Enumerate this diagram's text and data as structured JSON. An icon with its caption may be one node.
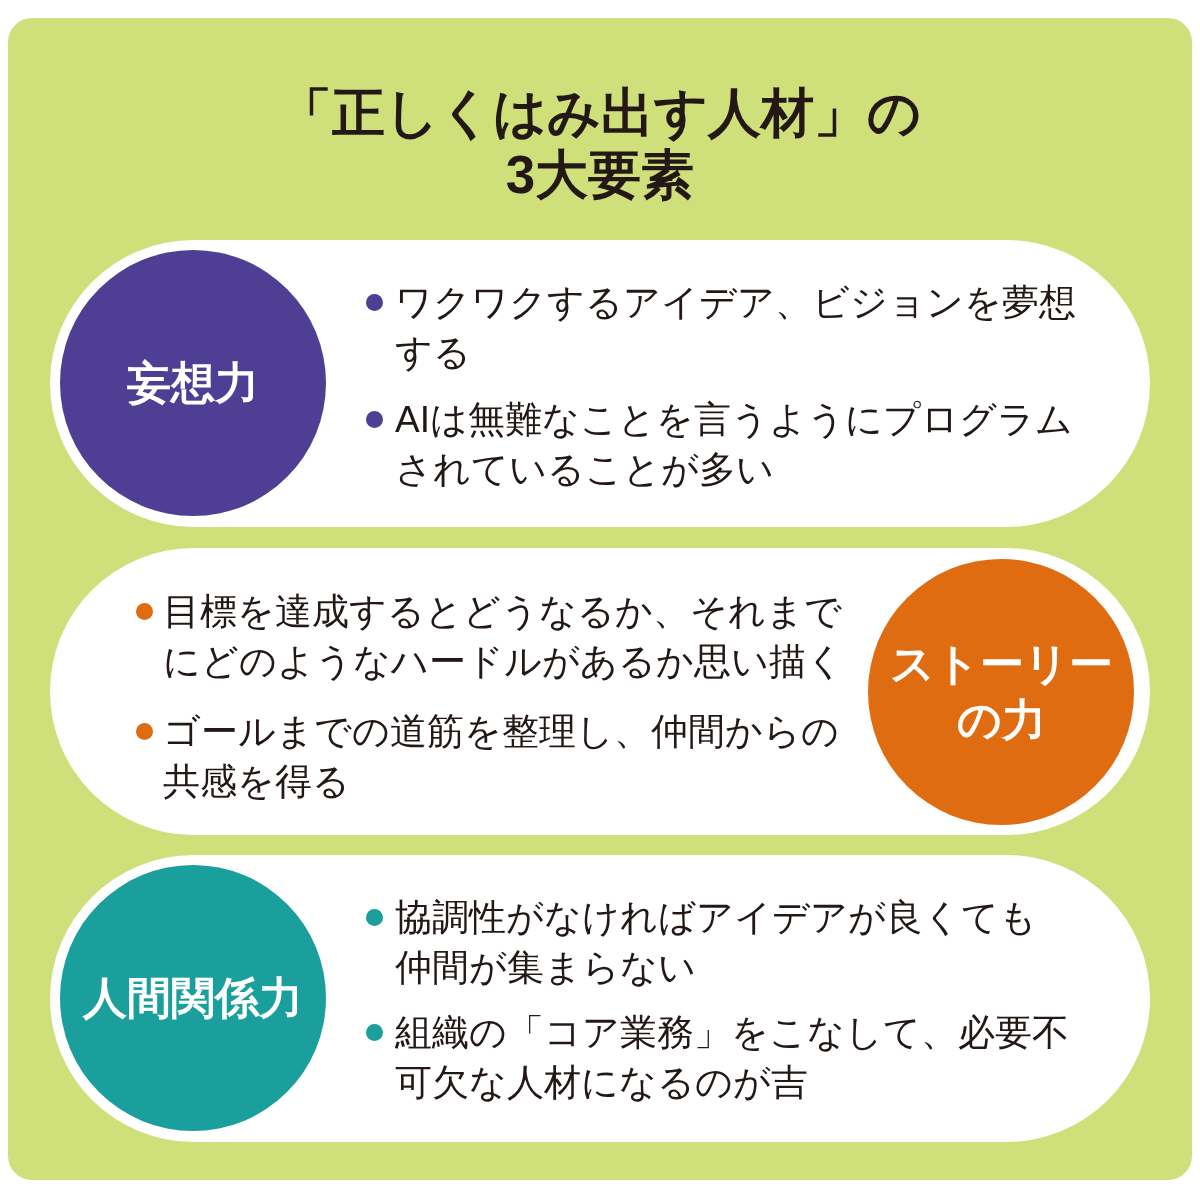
{
  "diagram": {
    "title": "「正しくはみ出す人材」の3大要素",
    "nodes": [
      {
        "text": [
          "ワクワクするアイデア、ビジョンを夢想する",
          "AIは無難なことを言うようにプログラムされていることが多い"
        ]
      },
      {
        "text": [
          "妄想力"
        ],
        "in": 0
      },
      {
        "text": [
          "目標を達成するとどうなるか、それまでにどのようなハードルがあるか思い描く",
          "ゴールまでの道筋を整理し、仲間からの共感を得る"
        ]
      },
      {
        "text": [
          "ストーリーの力"
        ],
        "in": 2
      },
      {
        "text": [
          "協調性がなければアイデアが良くても仲間が集まらない",
          "組織の「コア業務」をこなして、必要不可欠な人材になるのが吉"
        ]
      },
      {
        "text": [
          "人間関係力"
        ],
        "in": 4
      }
    ]
  }
}
